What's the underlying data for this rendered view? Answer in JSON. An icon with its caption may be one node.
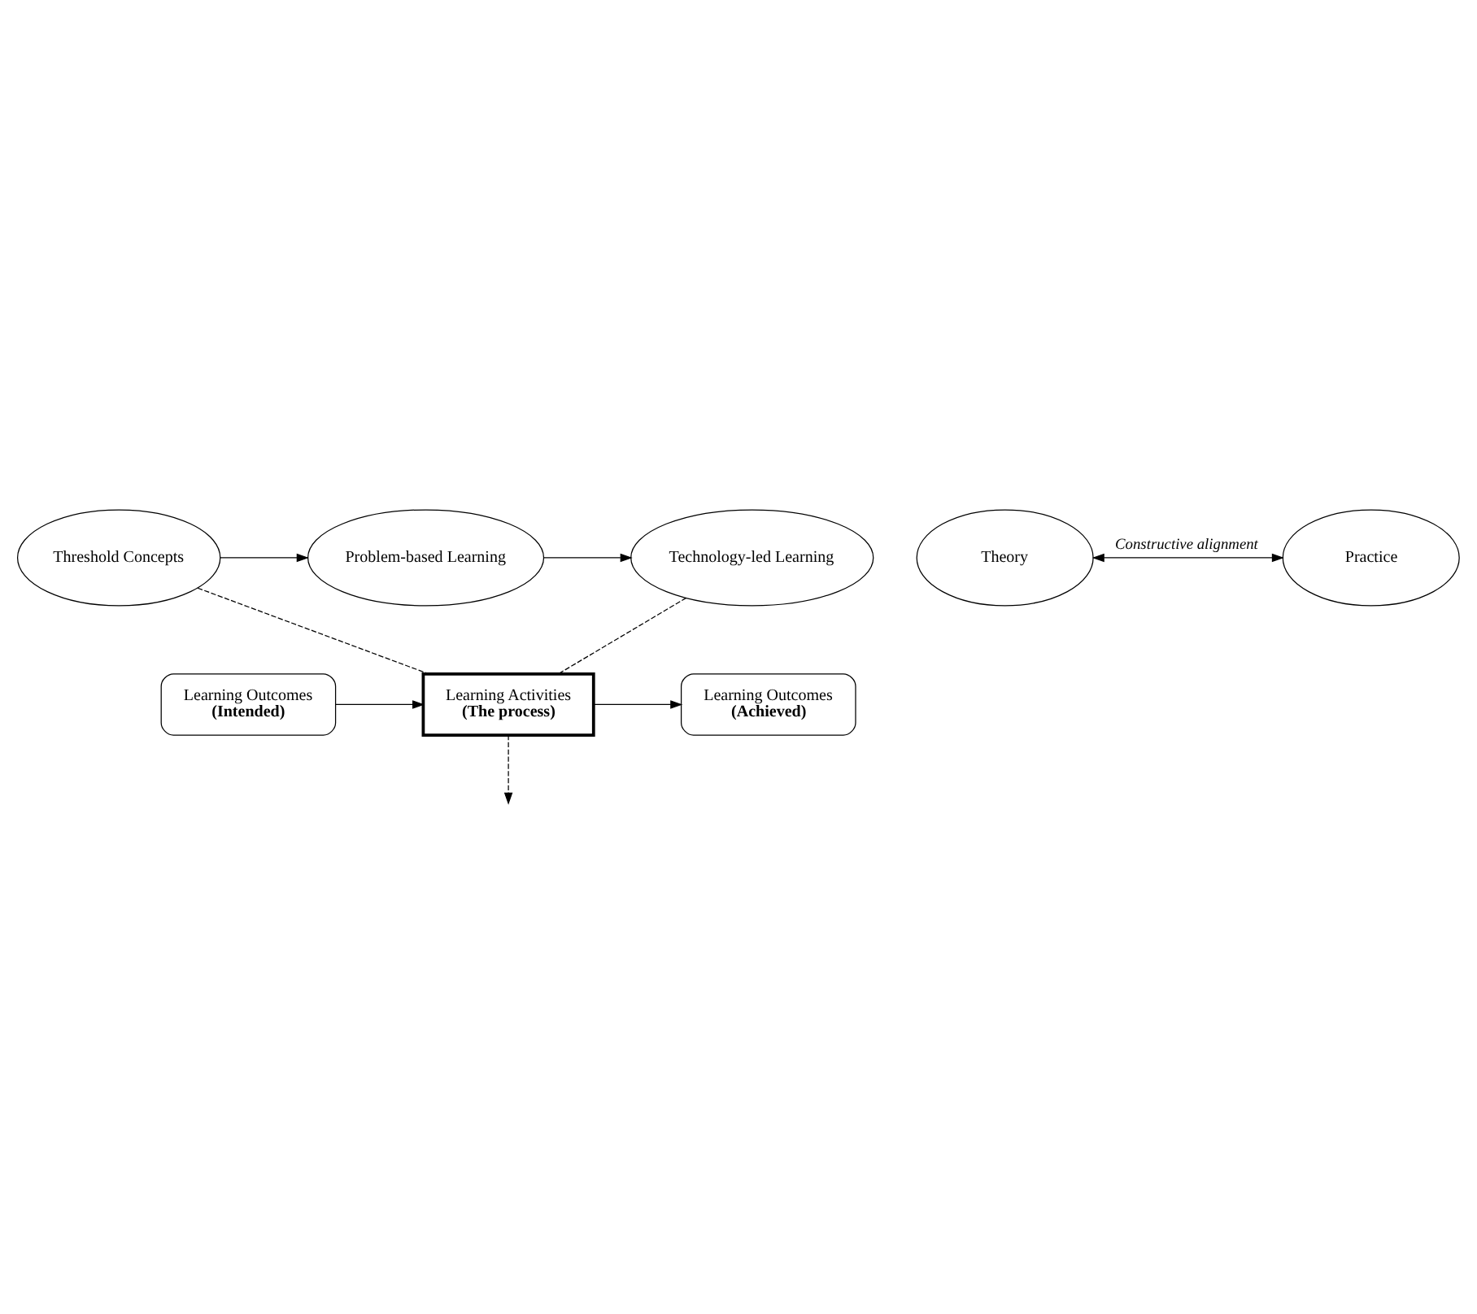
{
  "diagram": {
    "nodes": [
      {
        "text": [
          "Threshold Concepts"
        ]
      },
      {
        "text": [
          "Problem-based Learning"
        ]
      },
      {
        "text": [
          "Technology-led Learning"
        ]
      },
      {
        "text": [
          "Learning Outcomes",
          "(Intended)"
        ]
      },
      {
        "text": [
          "Learning Activities",
          "(The process)"
        ]
      },
      {
        "text": [
          "Learning Outcomes",
          "(Achieved)"
        ]
      },
      {
        "text": [
          "Theory"
        ]
      },
      {
        "text": [
          "Practice"
        ]
      }
    ],
    "edges": [
      {
        "from": 0,
        "to": 1,
        "arrow": "to"
      },
      {
        "from": 1,
        "to": 2,
        "arrow": "to"
      },
      {
        "from": 0,
        "to": 4,
        "arrow": "none",
        "style": "dashed"
      },
      {
        "from": 2,
        "to": 4,
        "arrow": "none",
        "style": "dashed"
      },
      {
        "from": 3,
        "to": 4,
        "arrow": "to"
      },
      {
        "from": 4,
        "to": 5,
        "arrow": "to"
      },
      {
        "from": 4,
        "to": null,
        "arrow": "to",
        "style": "dashed"
      },
      {
        "from": 6,
        "to": 7,
        "arrow": "both",
        "label": "Constructive alignment"
      }
    ]
  }
}
